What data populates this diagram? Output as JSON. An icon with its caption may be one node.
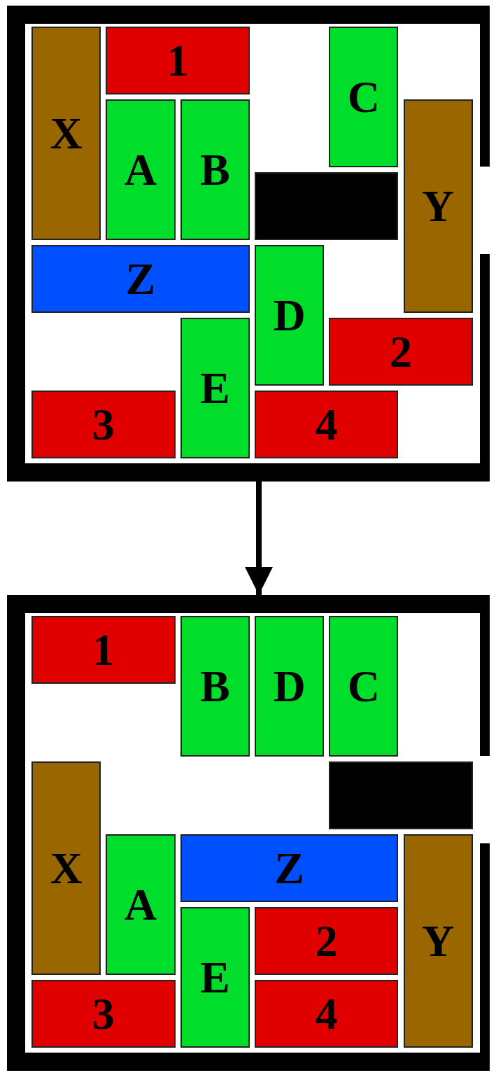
{
  "diagram": {
    "nodes": [
      {
        "text": [],
        "shape": "box"
      },
      {
        "text": [
          "X"
        ],
        "in": 0
      },
      {
        "text": [
          "1"
        ],
        "in": 0
      },
      {
        "text": [
          "C"
        ],
        "in": 0
      },
      {
        "text": [
          "A"
        ],
        "in": 0
      },
      {
        "text": [
          "B"
        ],
        "in": 0
      },
      {
        "text": [
          "Y"
        ],
        "in": 0
      },
      {
        "text": [],
        "shape": "box",
        "in": 0
      },
      {
        "text": [
          "Z"
        ],
        "in": 0
      },
      {
        "text": [
          "D"
        ],
        "in": 0
      },
      {
        "text": [
          "E"
        ],
        "in": 0
      },
      {
        "text": [
          "2"
        ],
        "in": 0
      },
      {
        "text": [
          "3"
        ],
        "in": 0
      },
      {
        "text": [
          "4"
        ],
        "in": 0
      },
      {
        "text": [],
        "shape": "box"
      },
      {
        "text": [
          "1"
        ],
        "in": 14
      },
      {
        "text": [
          "B"
        ],
        "in": 14
      },
      {
        "text": [
          "D"
        ],
        "in": 14
      },
      {
        "text": [
          "C"
        ],
        "in": 14
      },
      {
        "text": [
          "X"
        ],
        "in": 14
      },
      {
        "text": [],
        "shape": "box",
        "in": 14
      },
      {
        "text": [
          "A"
        ],
        "in": 14
      },
      {
        "text": [
          "Z"
        ],
        "in": 14
      },
      {
        "text": [
          "Y"
        ],
        "in": 14
      },
      {
        "text": [
          "E"
        ],
        "in": 14
      },
      {
        "text": [
          "2"
        ],
        "in": 14
      },
      {
        "text": [
          "3"
        ],
        "in": 14
      },
      {
        "text": [
          "4"
        ],
        "in": 14
      }
    ],
    "edges": [
      {
        "from": 0,
        "to": 14,
        "arrow": "to"
      }
    ]
  }
}
